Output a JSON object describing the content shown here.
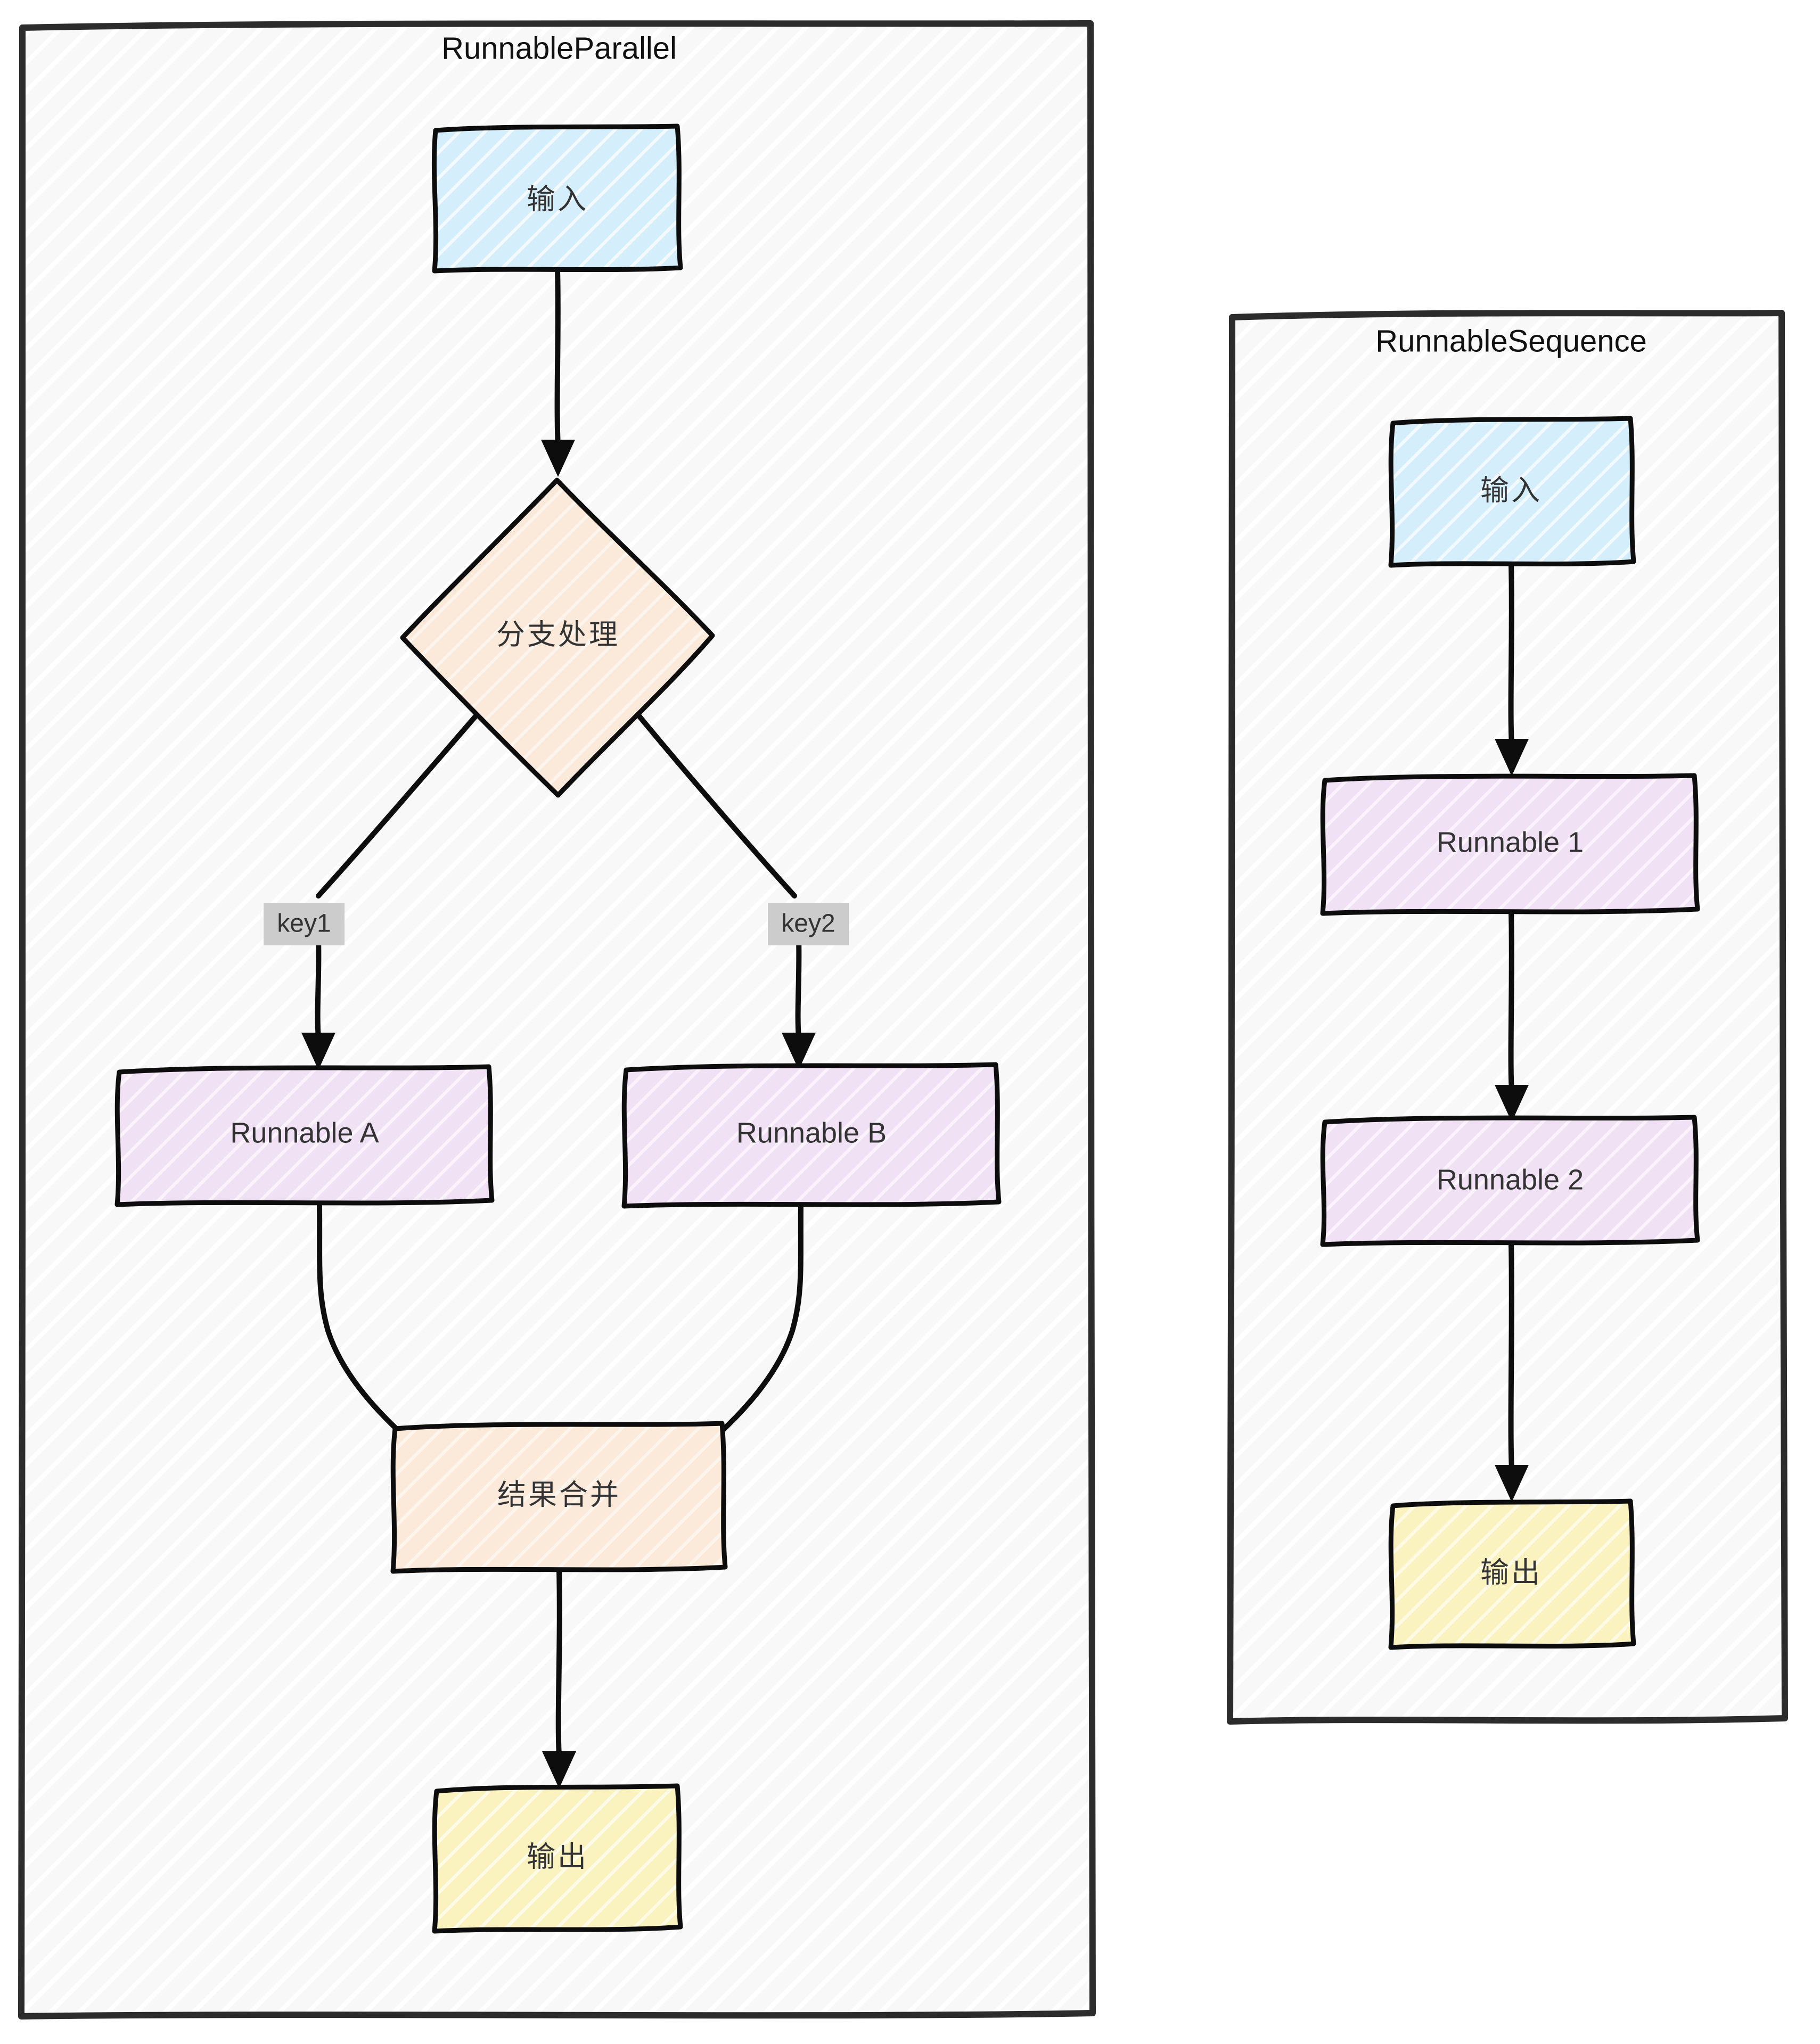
{
  "diagram": {
    "type": "flowchart",
    "style": "hand-drawn-sketch",
    "background": "#ffffff",
    "containers": [
      {
        "id": "runnable-parallel",
        "title": "RunnableParallel",
        "fill": "#f8f8f8",
        "stroke": "#2c2c2c",
        "hatch": "diagonal"
      },
      {
        "id": "runnable-sequence",
        "title": "RunnableSequence",
        "fill": "#f8f8f8",
        "stroke": "#2c2c2c",
        "hatch": "diagonal"
      }
    ],
    "nodes": [
      {
        "id": "p-input",
        "container": "runnable-parallel",
        "shape": "rect",
        "label": "输入",
        "fill": "#d4eefb"
      },
      {
        "id": "p-branch",
        "container": "runnable-parallel",
        "shape": "diamond",
        "label": "分支处理",
        "fill": "#fbeada"
      },
      {
        "id": "p-run-a",
        "container": "runnable-parallel",
        "shape": "rect",
        "label": "Runnable A",
        "fill": "#f0e1f5"
      },
      {
        "id": "p-run-b",
        "container": "runnable-parallel",
        "shape": "rect",
        "label": "Runnable B",
        "fill": "#f0e1f5"
      },
      {
        "id": "p-merge",
        "container": "runnable-parallel",
        "shape": "rect",
        "label": "结果合并",
        "fill": "#fbeada"
      },
      {
        "id": "p-output",
        "container": "runnable-parallel",
        "shape": "rect",
        "label": "输出",
        "fill": "#faf3bf"
      },
      {
        "id": "s-input",
        "container": "runnable-sequence",
        "shape": "rect",
        "label": "输入",
        "fill": "#d4eefb"
      },
      {
        "id": "s-run-1",
        "container": "runnable-sequence",
        "shape": "rect",
        "label": "Runnable 1",
        "fill": "#f0e1f5"
      },
      {
        "id": "s-run-2",
        "container": "runnable-sequence",
        "shape": "rect",
        "label": "Runnable 2",
        "fill": "#f0e1f5"
      },
      {
        "id": "s-output",
        "container": "runnable-sequence",
        "shape": "rect",
        "label": "输出",
        "fill": "#faf3bf"
      }
    ],
    "edges": [
      {
        "from": "p-input",
        "to": "p-branch",
        "label": ""
      },
      {
        "from": "p-branch",
        "to": "p-run-a",
        "label": "key1",
        "label_bg": "#cccccc"
      },
      {
        "from": "p-branch",
        "to": "p-run-b",
        "label": "key2",
        "label_bg": "#cccccc"
      },
      {
        "from": "p-run-a",
        "to": "p-merge",
        "label": ""
      },
      {
        "from": "p-run-b",
        "to": "p-merge",
        "label": ""
      },
      {
        "from": "p-merge",
        "to": "p-output",
        "label": ""
      },
      {
        "from": "s-input",
        "to": "s-run-1",
        "label": ""
      },
      {
        "from": "s-run-1",
        "to": "s-run-2",
        "label": ""
      },
      {
        "from": "s-run-2",
        "to": "s-output",
        "label": ""
      }
    ],
    "colors": {
      "input_fill": "#d4eefb",
      "process_fill": "#fbeada",
      "runnable_fill": "#f0e1f5",
      "output_fill": "#faf3bf",
      "edge_label_fill": "#cccccc",
      "stroke": "#0d0d0d",
      "container_stroke": "#2c2c2c",
      "text": "#333333"
    }
  }
}
